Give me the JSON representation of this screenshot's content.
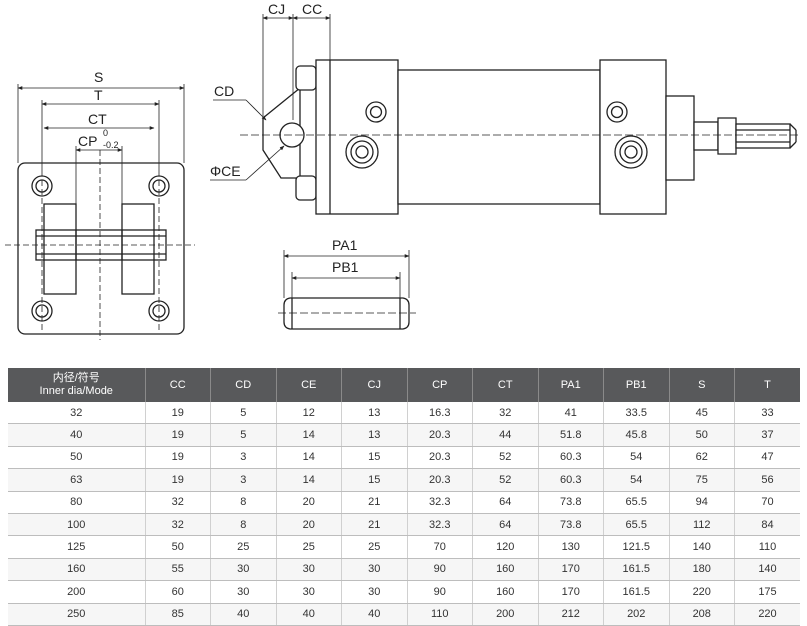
{
  "labels": {
    "S": "S",
    "T": "T",
    "CT": "CT",
    "CP": "CP",
    "CP_tol_upper": "0",
    "CP_tol_lower": "-0.2",
    "CD": "CD",
    "CE": "ΦCE",
    "CJ": "CJ",
    "CC": "CC",
    "PA1": "PA1",
    "PB1": "PB1"
  },
  "table": {
    "header_first_line1": "内径/符号",
    "header_first_line2": "Inner dia/Mode",
    "columns": [
      "CC",
      "CD",
      "CE",
      "CJ",
      "CP",
      "CT",
      "PA1",
      "PB1",
      "S",
      "T"
    ],
    "rows": [
      [
        "32",
        "19",
        "5",
        "12",
        "13",
        "16.3",
        "32",
        "41",
        "33.5",
        "45",
        "33"
      ],
      [
        "40",
        "19",
        "5",
        "14",
        "13",
        "20.3",
        "44",
        "51.8",
        "45.8",
        "50",
        "37"
      ],
      [
        "50",
        "19",
        "3",
        "14",
        "15",
        "20.3",
        "52",
        "60.3",
        "54",
        "62",
        "47"
      ],
      [
        "63",
        "19",
        "3",
        "14",
        "15",
        "20.3",
        "52",
        "60.3",
        "54",
        "75",
        "56"
      ],
      [
        "80",
        "32",
        "8",
        "20",
        "21",
        "32.3",
        "64",
        "73.8",
        "65.5",
        "94",
        "70"
      ],
      [
        "100",
        "32",
        "8",
        "20",
        "21",
        "32.3",
        "64",
        "73.8",
        "65.5",
        "112",
        "84"
      ],
      [
        "125",
        "50",
        "25",
        "25",
        "25",
        "70",
        "120",
        "130",
        "121.5",
        "140",
        "110"
      ],
      [
        "160",
        "55",
        "30",
        "30",
        "30",
        "90",
        "160",
        "170",
        "161.5",
        "180",
        "140"
      ],
      [
        "200",
        "60",
        "30",
        "30",
        "30",
        "90",
        "160",
        "170",
        "161.5",
        "220",
        "175"
      ],
      [
        "250",
        "85",
        "40",
        "40",
        "40",
        "110",
        "200",
        "212",
        "202",
        "208",
        "220"
      ]
    ]
  },
  "colors": {
    "header_bg": "#58595b",
    "header_text": "#ffffff",
    "line": "#222222",
    "body_fill": "#ffffff"
  }
}
